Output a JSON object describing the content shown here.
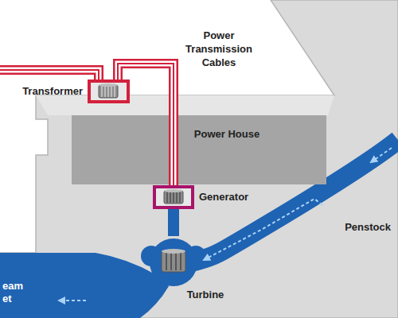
{
  "diagram": {
    "nodes": [
      {
        "text": [
          "Power House"
        ]
      },
      {
        "text": [
          "Transformer"
        ]
      },
      {
        "text": [
          "Generator"
        ]
      },
      {
        "text": [
          "Turbine"
        ]
      },
      {
        "text": [
          "Penstock"
        ]
      }
    ],
    "edges": [
      {
        "from": 2,
        "to": 1,
        "arrow": "none"
      },
      {
        "from": 4,
        "to": 3,
        "arrow": "to"
      },
      {
        "from": 3,
        "to": 2,
        "arrow": "none"
      }
    ],
    "labels": [
      "Power Transmission Cables",
      "eam et"
    ]
  }
}
